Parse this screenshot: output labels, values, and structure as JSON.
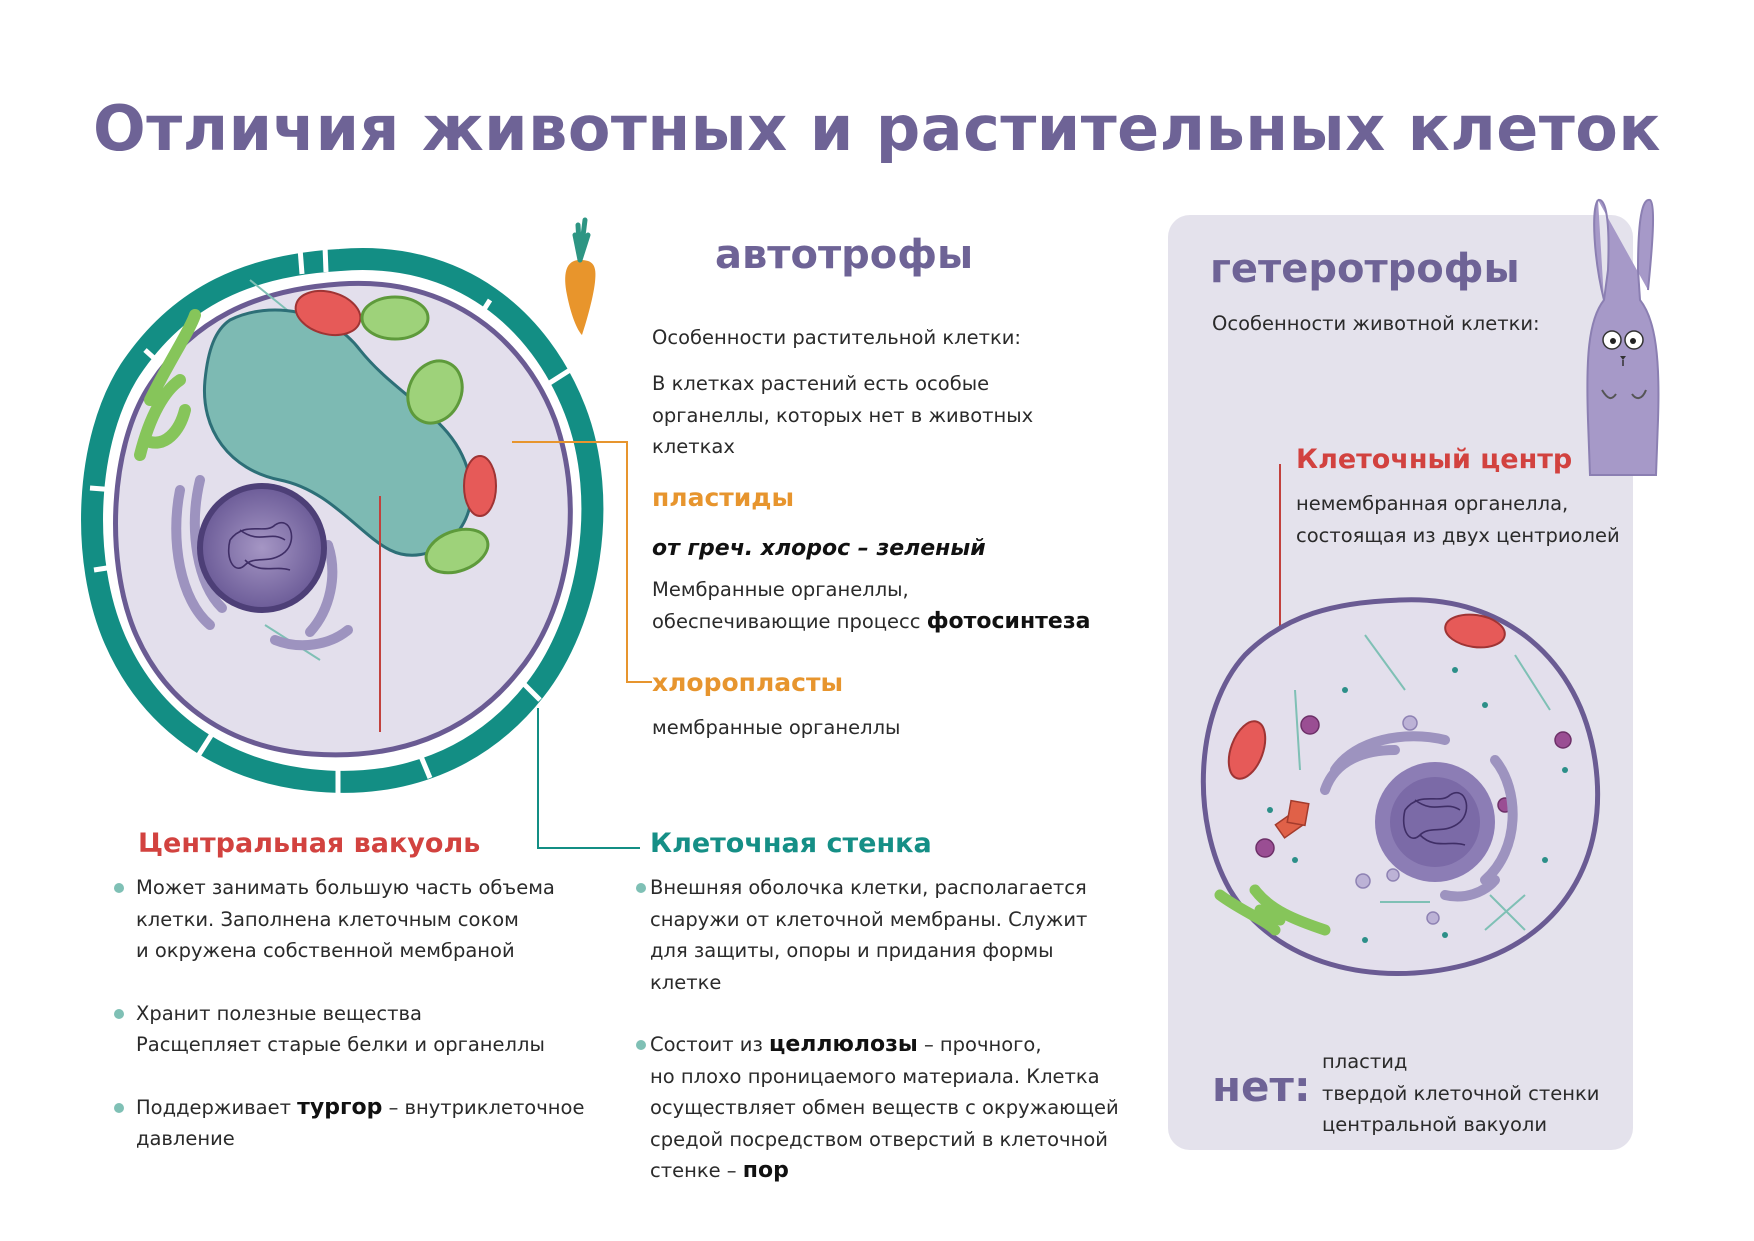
{
  "title": "Отличия животных и растительных клеток",
  "plant": {
    "heading": "автотрофы",
    "subtitle": "Особенности растительной клетки:",
    "intro": [
      "В клетках растений есть особые",
      "органеллы, которых нет в животных",
      "клетках"
    ],
    "plastids": {
      "label": "пластиды",
      "etymology": "от греч. хлорос – зеленый",
      "desc_line1": "Мембранные органеллы,",
      "desc_line2_prefix": "обеспечивающие процесс ",
      "desc_line2_term": "фотосинтеза"
    },
    "chloroplasts": {
      "label": "хлоропласты",
      "desc": "мембранные органеллы"
    },
    "vacuole": {
      "label": "Центральная вакуоль",
      "bullet1": [
        "Может занимать большую часть объема",
        "клетки. Заполнена клеточным соком",
        "и окружена собственной мембраной"
      ],
      "bullet2": [
        "Хранит полезные вещества",
        "Расщепляет старые белки и органеллы"
      ],
      "bullet3_prefix": "Поддерживает ",
      "bullet3_term": "тургор",
      "bullet3_suffix": " – внутриклеточное",
      "bullet3_line2": "давление"
    },
    "wall": {
      "label": "Клеточная стенка",
      "bullet1": [
        "Внешняя оболочка клетки, располагается",
        "снаружи от клеточной мембраны. Служит",
        "для защиты, опоры и придания формы клетке"
      ],
      "bullet2_prefix": "Состоит из ",
      "bullet2_term": "целлюлозы",
      "bullet2_suffix": " – прочного,",
      "bullet2_lines": [
        "но плохо проницаемого материала. Клетка",
        "осуществляет обмен веществ с окружающей",
        "средой посредством отверстий в клеточной"
      ],
      "bullet2_last_prefix": "стенке – ",
      "bullet2_last_term": "пор"
    }
  },
  "animal": {
    "heading": "гетеротрофы",
    "subtitle": "Особенности животной клетки:",
    "centrosome": {
      "label": "Клеточный центр",
      "desc": [
        "немембранная органелла,",
        "состоящая из двух центриолей"
      ]
    },
    "net_label": "нет:",
    "absent": [
      "пластид",
      "твердой клеточной стенки",
      "центральной вакуоли"
    ]
  },
  "colors": {
    "title_purple": "#6e6396",
    "panel_bg": "#e4e2ec",
    "orange": "#e7952e",
    "red": "#d2423f",
    "teal": "#158f86",
    "bullet_dot": "#7fc0b5",
    "cell_fill": "#e3dfec",
    "membrane": "#6a5b93",
    "vacuole_fill": "#7dbab3"
  },
  "icons": [
    "carrot-icon",
    "rabbit-icon"
  ]
}
